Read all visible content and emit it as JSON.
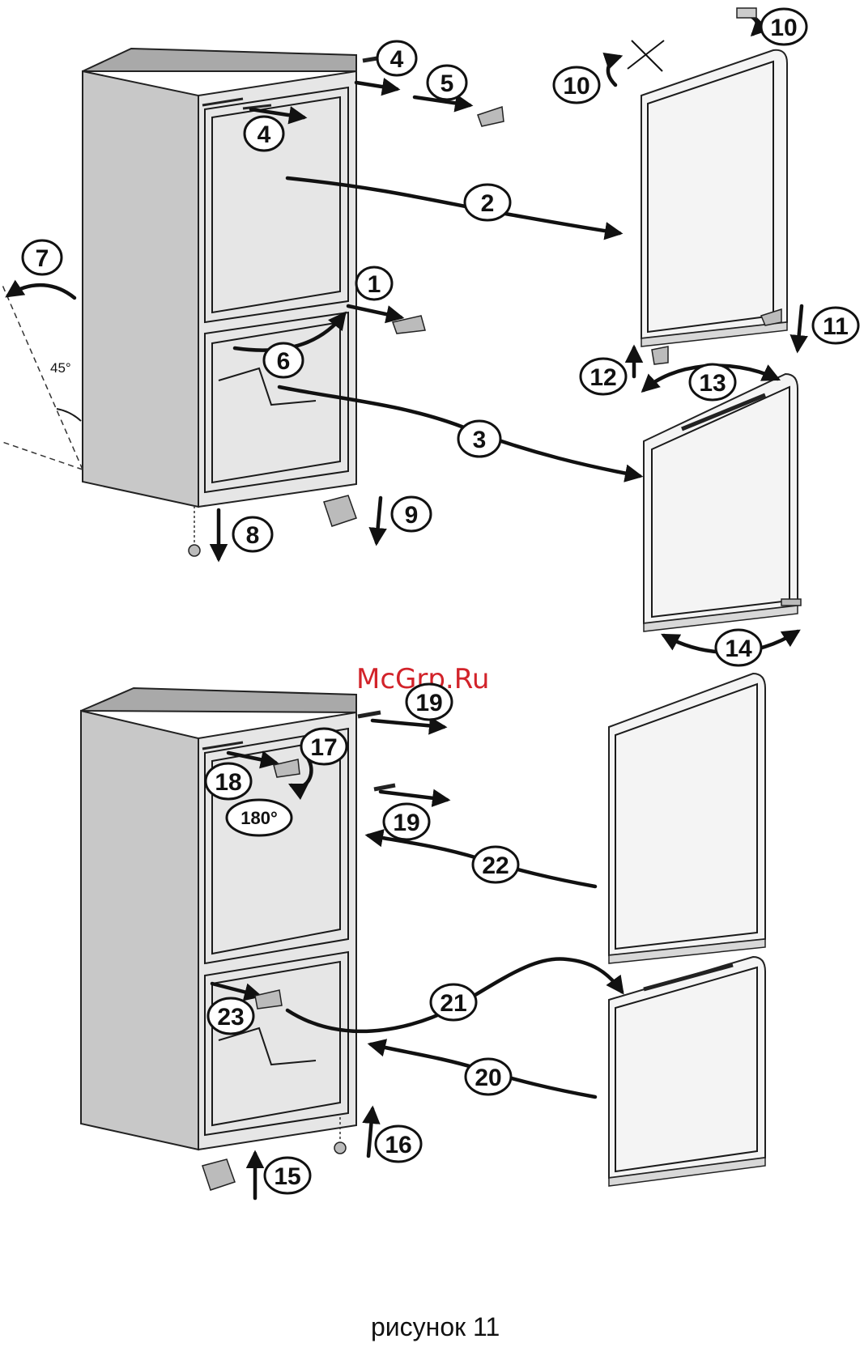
{
  "figure": {
    "caption": "рисунок 11",
    "watermark": "McGrp.Ru",
    "angle_label": "45°",
    "rotation_label": "180°"
  },
  "steps_top": [
    {
      "id": "step-1",
      "label": "1"
    },
    {
      "id": "step-2",
      "label": "2"
    },
    {
      "id": "step-3",
      "label": "3"
    },
    {
      "id": "step-4a",
      "label": "4"
    },
    {
      "id": "step-4b",
      "label": "4"
    },
    {
      "id": "step-5",
      "label": "5"
    },
    {
      "id": "step-6",
      "label": "6"
    },
    {
      "id": "step-7",
      "label": "7"
    },
    {
      "id": "step-8",
      "label": "8"
    },
    {
      "id": "step-9",
      "label": "9"
    },
    {
      "id": "step-10a",
      "label": "10"
    },
    {
      "id": "step-10b",
      "label": "10"
    },
    {
      "id": "step-11",
      "label": "11"
    },
    {
      "id": "step-12",
      "label": "12"
    },
    {
      "id": "step-13",
      "label": "13"
    },
    {
      "id": "step-14",
      "label": "14"
    }
  ],
  "steps_bottom": [
    {
      "id": "step-15",
      "label": "15"
    },
    {
      "id": "step-16",
      "label": "16"
    },
    {
      "id": "step-17",
      "label": "17"
    },
    {
      "id": "step-18",
      "label": "18"
    },
    {
      "id": "step-19a",
      "label": "19"
    },
    {
      "id": "step-19b",
      "label": "19"
    },
    {
      "id": "step-20",
      "label": "20"
    },
    {
      "id": "step-21",
      "label": "21"
    },
    {
      "id": "step-22",
      "label": "22"
    },
    {
      "id": "step-23",
      "label": "23"
    }
  ],
  "colors": {
    "cabinet_side": "#c8c8c8",
    "cabinet_top": "#a9a9a9",
    "door_face": "#f4f4f4",
    "ink": "#111111",
    "watermark": "#d2232a"
  }
}
